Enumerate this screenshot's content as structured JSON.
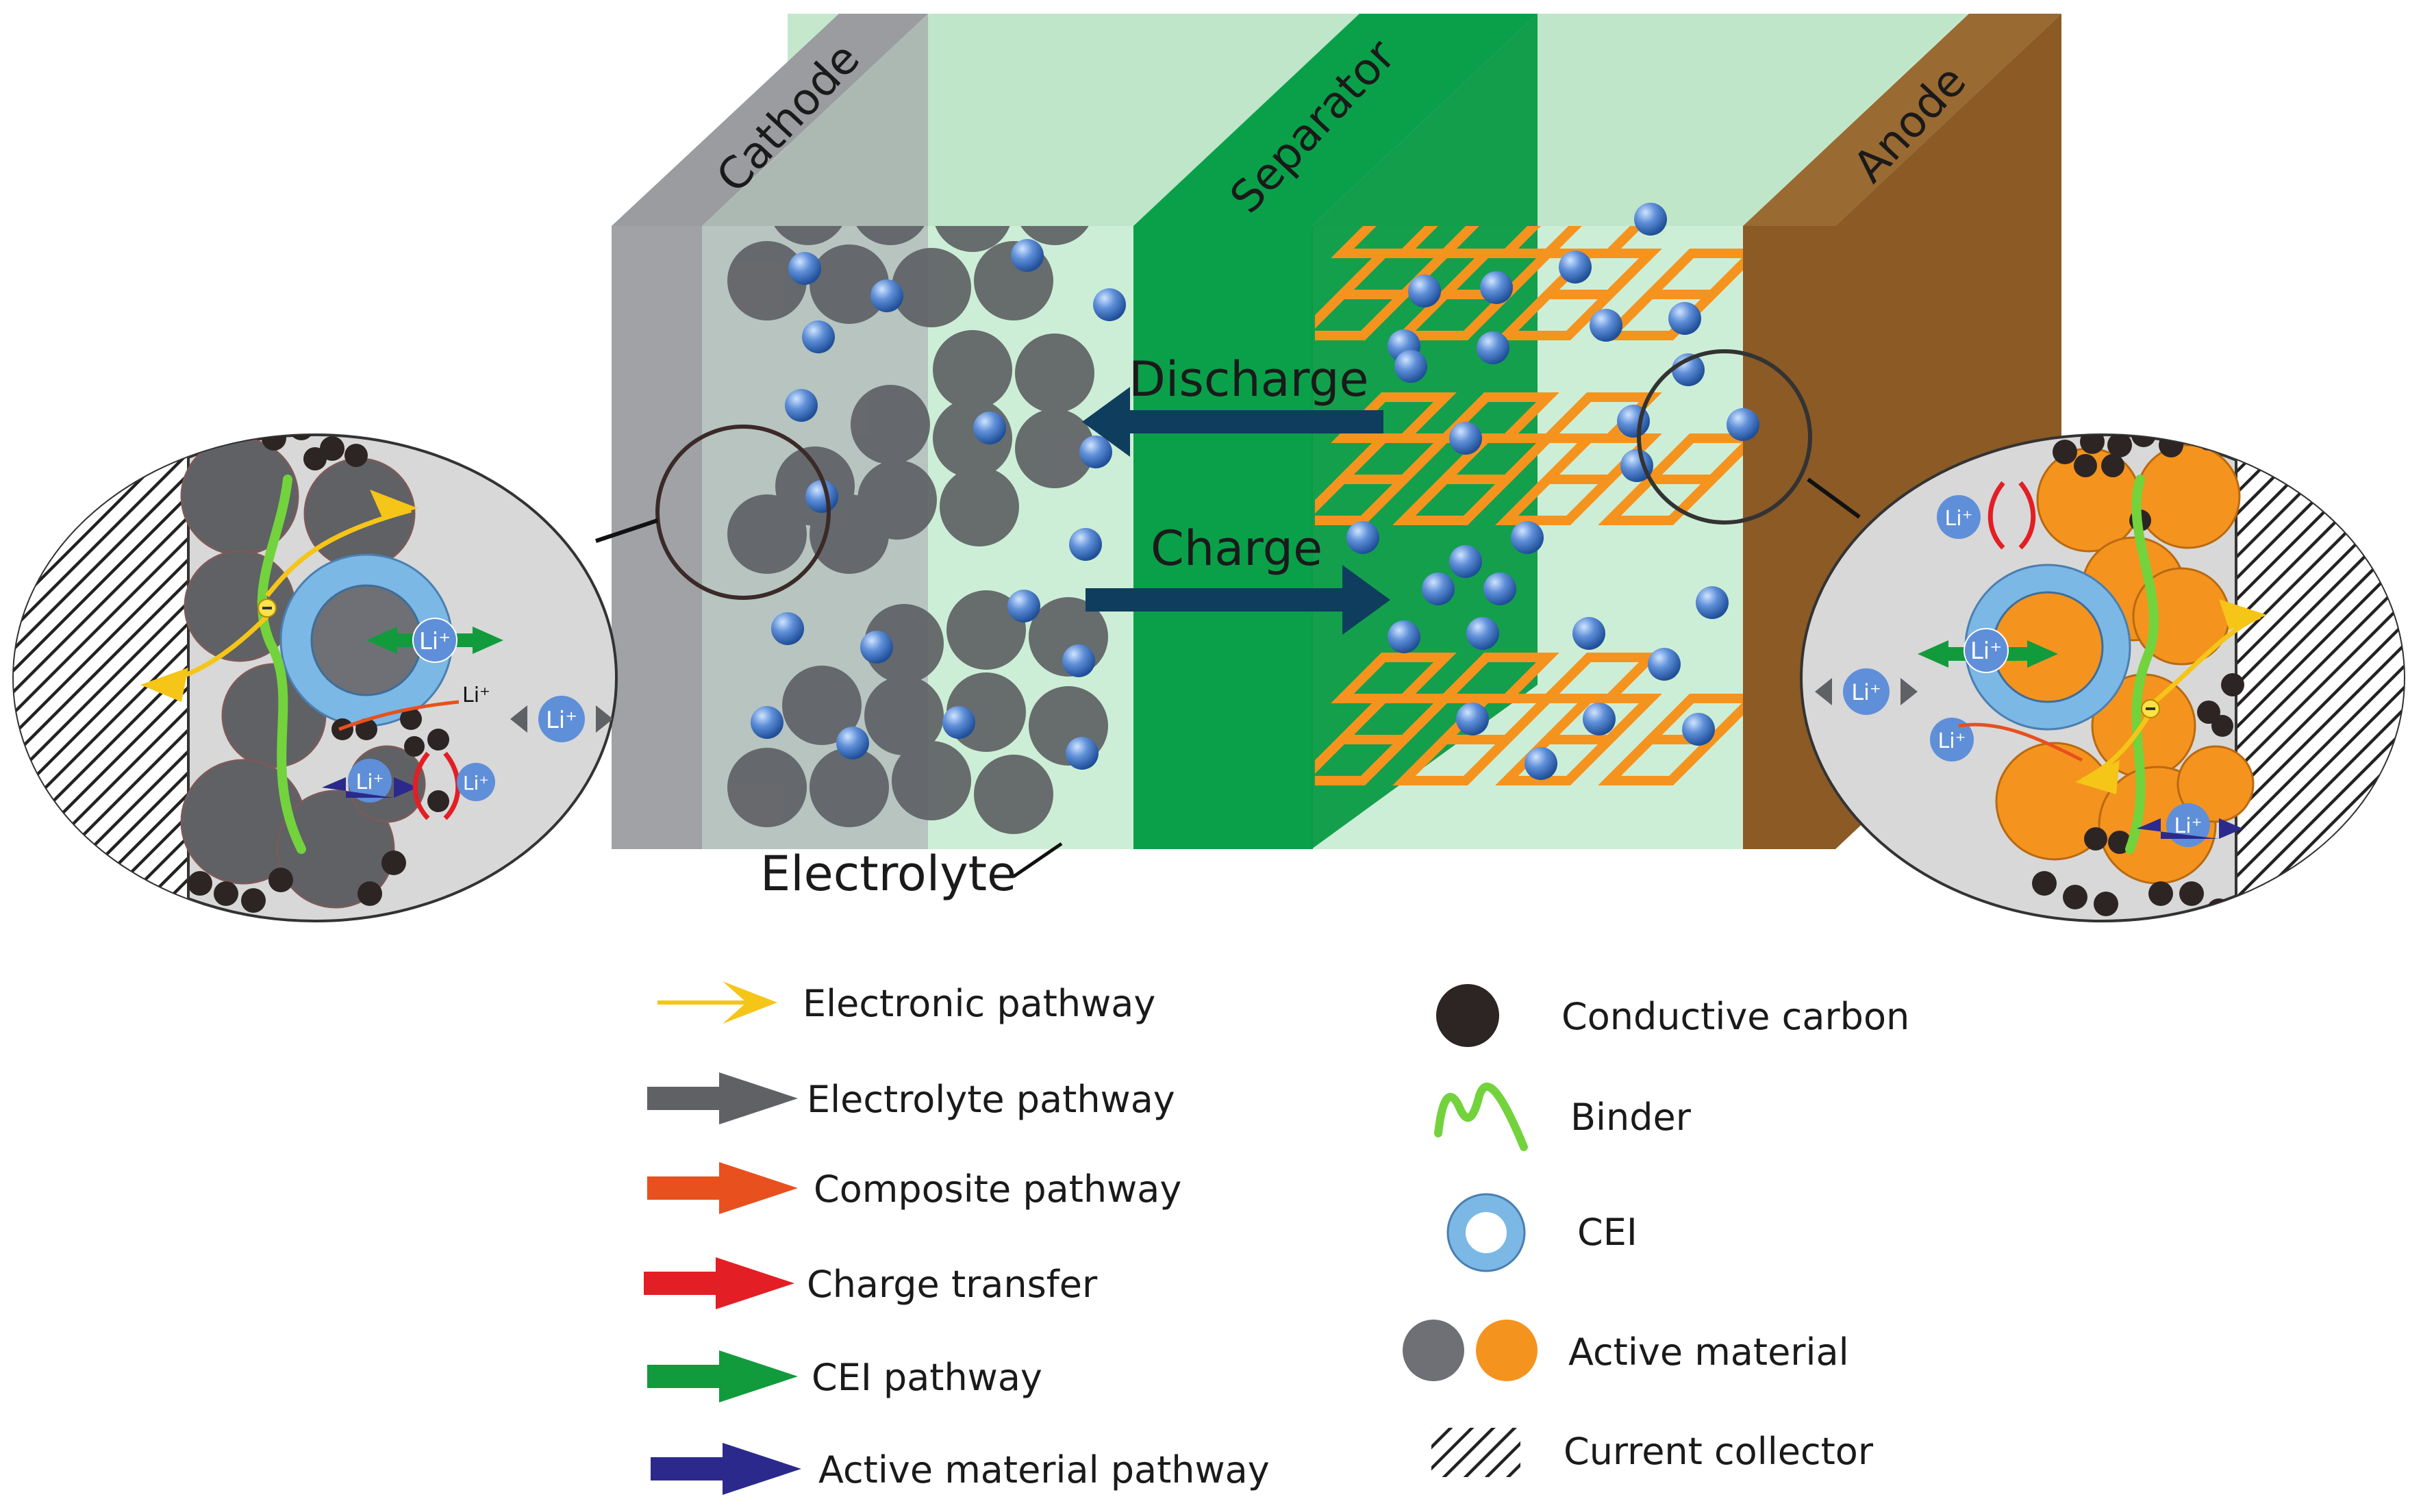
{
  "labels": {
    "cathode": "Cathode",
    "separator": "Separator",
    "anode": "Anode",
    "discharge": "Discharge",
    "charge": "Charge",
    "electrolyte": "Electrolyte",
    "li_ion": "Li⁺",
    "li_small": "Li⁺"
  },
  "colors": {
    "cathode_face": "#a0a2a6",
    "cathode_side": "#8d8f93",
    "separator": "#0aa04a",
    "electrolyte": "#c9ebd2",
    "anode_face": "#8b5a25",
    "particle_gray": "#5f6165",
    "particle_orange": "#f5931f",
    "hex_orange": "#f5931f",
    "li_blue": "#5f8fd8",
    "arrow_dark": "#0f3d5e",
    "cei_blue": "#7bb8e6",
    "binder_green": "#73d33c",
    "carbon": "#2d2523"
  },
  "legend_left": [
    {
      "label": "Electronic pathway",
      "color": "#f5c518",
      "style": "thin"
    },
    {
      "label": "Electrolyte pathway",
      "color": "#5f6165",
      "style": "thick"
    },
    {
      "label": "Composite pathway",
      "color": "#e8501d",
      "style": "thick"
    },
    {
      "label": "Charge transfer",
      "color": "#e31e24",
      "style": "thick"
    },
    {
      "label": "CEI pathway",
      "color": "#129b3c",
      "style": "thick"
    },
    {
      "label": "Active material pathway",
      "color": "#2b2a8c",
      "style": "thick"
    }
  ],
  "legend_right": [
    {
      "label": "Conductive carbon",
      "icon": "carbon-icon"
    },
    {
      "label": "Binder",
      "icon": "binder-icon"
    },
    {
      "label": "CEI",
      "icon": "cei-ring-icon"
    },
    {
      "label": "Active material",
      "icon": "active-material-icon"
    },
    {
      "label": "Current collector",
      "icon": "current-collector-icon"
    }
  ]
}
